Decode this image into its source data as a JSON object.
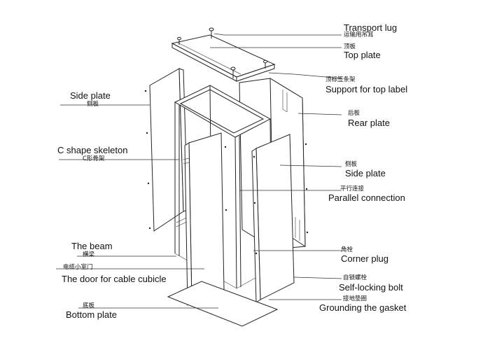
{
  "labels": {
    "transport_lug": {
      "en": "Transport lug",
      "zh": "运输用吊耳"
    },
    "top_plate": {
      "en": "Top plate",
      "zh": "顶板"
    },
    "support_top_label": {
      "en": "Support for top label",
      "zh": "顶标签条架"
    },
    "rear_plate": {
      "en": "Rear plate",
      "zh": "后板"
    },
    "side_plate_right": {
      "en": "Side plate",
      "zh": "侧板"
    },
    "parallel_connection": {
      "en": "Parallel connection",
      "zh": "平行连接"
    },
    "corner_plug": {
      "en": "Corner plug",
      "zh": "角栓"
    },
    "self_locking_bolt": {
      "en": "Self-locking bolt",
      "zh": "自锁螺栓"
    },
    "grounding_gasket": {
      "en": "Grounding the gasket",
      "zh": "接地垫圈"
    },
    "side_plate_left": {
      "en": "Side plate",
      "zh": "侧板"
    },
    "c_shape_skeleton": {
      "en": "C shape skeleton",
      "zh": "C形骨架"
    },
    "the_beam": {
      "en": "The beam",
      "zh": "横梁"
    },
    "cable_cubicle_door": {
      "en": "The door for cable cubicle",
      "zh": "电缆小室门"
    },
    "bottom_plate": {
      "en": "Bottom plate",
      "zh": "底板"
    }
  }
}
